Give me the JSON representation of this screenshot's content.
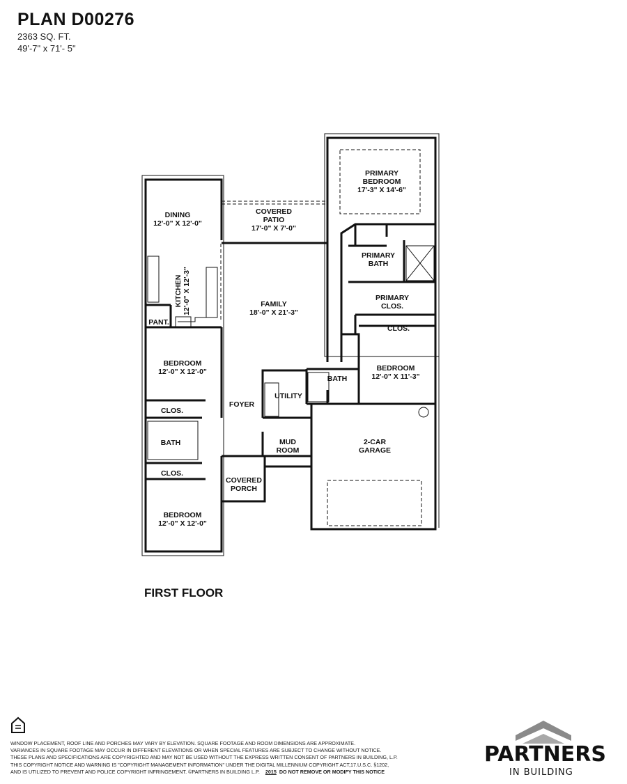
{
  "header": {
    "plan": "PLAN D00276",
    "sqft": "2363 SQ. FT.",
    "dimensions": "49'-7\" x 71'- 5\""
  },
  "floor_label": "FIRST FLOOR",
  "rooms": {
    "primary_bedroom": [
      "PRIMARY",
      "BEDROOM",
      "17'-3\" X 14'-6\""
    ],
    "dining": [
      "DINING",
      "12'-0\" X 12'-0\""
    ],
    "covered_patio": [
      "COVERED",
      "PATIO",
      "17'-0\" X 7'-0\""
    ],
    "primary_bath": [
      "PRIMARY",
      "BATH"
    ],
    "primary_clos": [
      "PRIMARY",
      "CLOS."
    ],
    "kitchen": [
      "KITCHEN",
      "12'-0\" X 12'-3\""
    ],
    "family": [
      "FAMILY",
      "18'-0\" X 21'-3\""
    ],
    "pantry": "PANT.",
    "clos_right": "CLOS.",
    "bedroom_right": [
      "BEDROOM",
      "12'-0\" X 11'-3\""
    ],
    "bath_right": "BATH",
    "bedroom_left_top": [
      "BEDROOM",
      "12'-0\" X 12'-0\""
    ],
    "foyer": "FOYER",
    "utility": "UTILITY",
    "clos_left_1": "CLOS.",
    "bath_left": "BATH",
    "mud_room": [
      "MUD",
      "ROOM"
    ],
    "garage": [
      "2-CAR",
      "GARAGE"
    ],
    "clos_left_2": "CLOS.",
    "covered_porch": [
      "COVERED",
      "PORCH"
    ],
    "bedroom_left_bottom": [
      "BEDROOM",
      "12'-0\" X 12'-0\""
    ]
  },
  "notice": [
    "WINDOW PLACEMENT, ROOF LINE AND PORCHES MAY VARY BY ELEVATION.  SQUARE FOOTAGE AND ROOM DIMENSIONS ARE APPROXIMATE.",
    "VARIANCES IN SQUARE FOOTAGE MAY OCCUR IN DIFFERENT ELEVATIONS OR  WHEN SPECIAL FEATURES ARE SUBJECT TO CHANGE WITHOUT NOTICE.",
    "THESE PLANS AND SPECIFICATIONS ARE COPYRIGHTED AND MAY NOT BE USED WITHOUT THE EXPRESS WRITTEN CONSENT OF PARTNERS IN BUILDING, L.P.",
    "THIS COPYRIGHT NOTICE AND WARNING IS \"COPYRIGHT MANAGEMENT INFORMATION\" UNDER THE DIGITAL MILLENNIUM COPYRIGHT ACT,17.U.S.C.     §1202,",
    "AND IS UTILIZED TO PREVENT AND POLICE COPYRIGHT INFRINGEMENT.  ©PARTNERS IN BUILDING L.P."
  ],
  "notice_year": "2015",
  "notice_warning": "DO NOT REMOVE OR MODIFY THIS NOTICE",
  "logo": {
    "name": "PARTNERS",
    "tagline": "IN BUILDING",
    "roof_color": "#8a8a8a"
  }
}
